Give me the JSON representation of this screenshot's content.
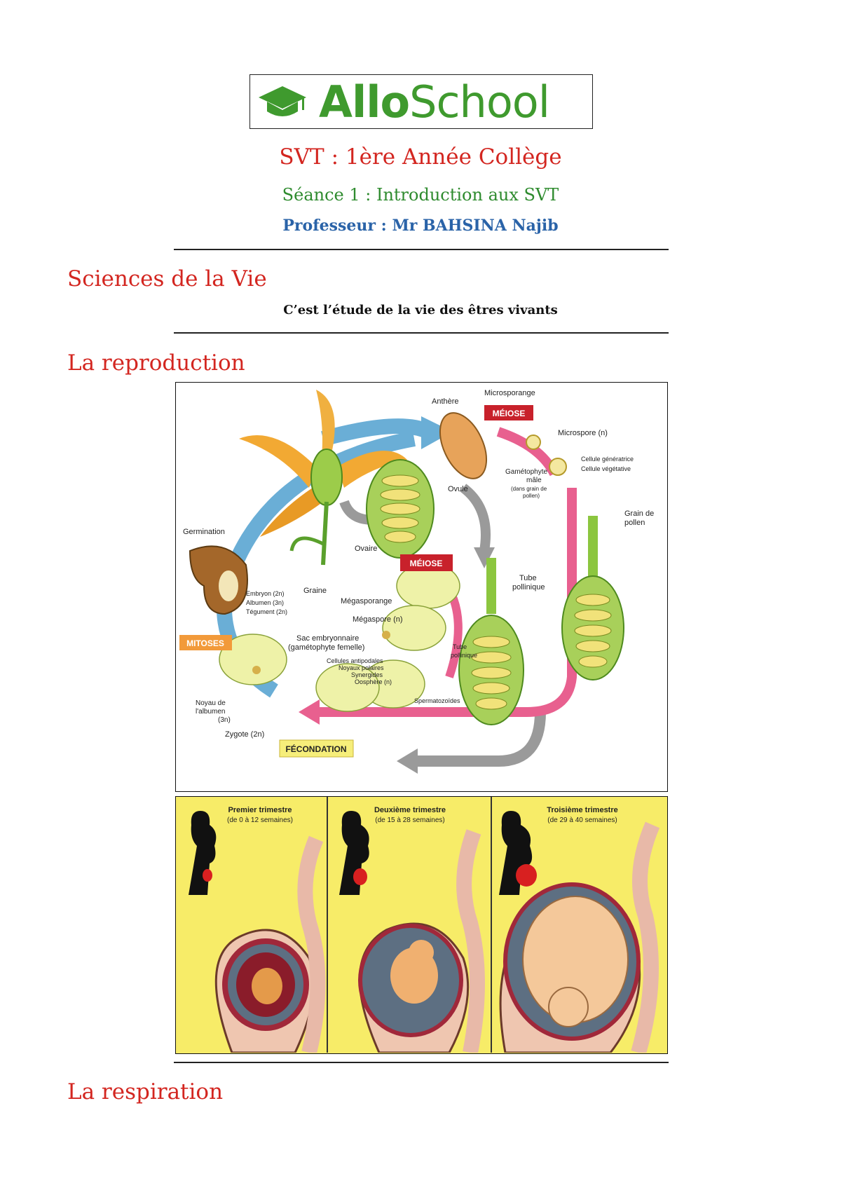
{
  "logo": {
    "text_bold": "Allo",
    "text_light": "School"
  },
  "header": {
    "course": "SVT : 1ère Année Collège",
    "seance": "Séance 1 : Introduction aux SVT",
    "professor": "Professeur : Mr BAHSINA Najib"
  },
  "sections": {
    "life_sciences": {
      "title": "Sciences de la Vie",
      "definition": "C’est l’étude de la vie des êtres vivants"
    },
    "reproduction": {
      "title": "La reproduction"
    },
    "respiration": {
      "title": "La respiration"
    }
  },
  "plant_cycle": {
    "labels": {
      "anthere": "Anthère",
      "microsporange": "Microsporange",
      "meiose_top": "MÉIOSE",
      "microspore": "Microspore (n)",
      "cellule_generatrice": "Cellule génératrice",
      "cellule_vegetative": "Cellule végétative",
      "gametophyte_male_1": "Gamétophyte",
      "gametophyte_male_2": "mâle",
      "gametophyte_male_3": "(dans grain de",
      "gametophyte_male_4": "pollen)",
      "ovule": "Ovule",
      "grain_pollen_1": "Grain de",
      "grain_pollen_2": "pollen",
      "germination": "Germination",
      "ovaire": "Ovaire",
      "meiose_mid": "MÉIOSE",
      "tube_pollinique_1": "Tube",
      "tube_pollinique_2": "pollinique",
      "embryon": "Embryon (2n)",
      "albumen": "Albumen (3n)",
      "tegument": "Tégument (2n)",
      "graine": "Graine",
      "megasporange": "Mégasporange",
      "megaspore": "Mégaspore (n)",
      "sac_1": "Sac embryonnaire",
      "sac_2": "(gamétophyte femelle)",
      "tube_pol_small_1": "Tube",
      "tube_pol_small_2": "pollinique",
      "mitoses": "MITOSES",
      "antipodales": "Cellules antipodales",
      "noyaux_polaires": "Noyaux polaires",
      "synergides": "Synergides",
      "oosphere": "Oosphère (n)",
      "spermatozoides": "Spermatozoïdes",
      "noyau_albumen_1": "Noyau de",
      "noyau_albumen_2": "l'albumen",
      "noyau_albumen_3": "(3n)",
      "zygote": "Zygote (2n)",
      "fecondation": "FÉCONDATION"
    }
  },
  "pregnancy": {
    "panels": [
      {
        "title": "Premier trimestre",
        "range": "(de 0 à 12 semaines)"
      },
      {
        "title": "Deuxième trimestre",
        "range": "(de 15 à 28 semaines)"
      },
      {
        "title": "Troisième trimestre",
        "range": "(de 29 à 40 semaines)"
      }
    ]
  },
  "colors": {
    "red_heading": "#d32620",
    "green_heading": "#2e8b2e",
    "blue_heading": "#2a63a8",
    "logo_green": "#3f9a2e",
    "pregnancy_bg": "#f7ec68"
  }
}
